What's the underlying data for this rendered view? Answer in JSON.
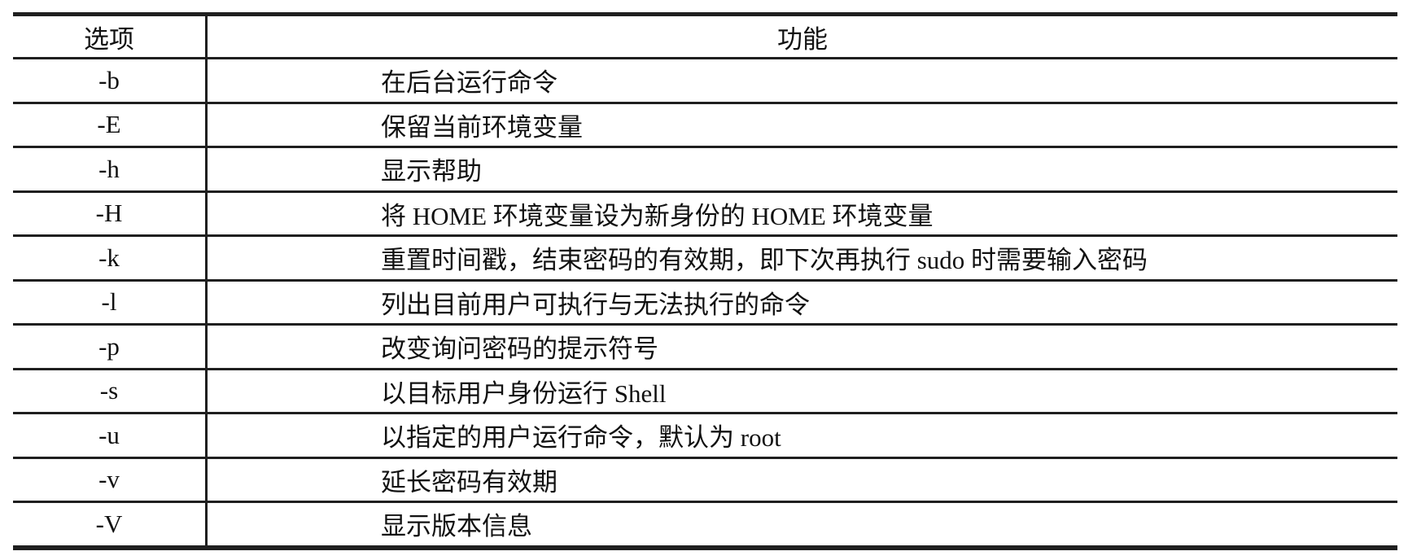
{
  "table": {
    "headers": {
      "option": "选项",
      "function": "功能"
    },
    "rows": [
      {
        "option": "-b",
        "description": "在后台运行命令"
      },
      {
        "option": "-E",
        "description": "保留当前环境变量"
      },
      {
        "option": "-h",
        "description": "显示帮助"
      },
      {
        "option": "-H",
        "description": "将 HOME 环境变量设为新身份的 HOME 环境变量"
      },
      {
        "option": "-k",
        "description": "重置时间戳，结束密码的有效期，即下次再执行 sudo 时需要输入密码"
      },
      {
        "option": "-l",
        "description": "列出目前用户可执行与无法执行的命令"
      },
      {
        "option": "-p",
        "description": "改变询问密码的提示符号"
      },
      {
        "option": "-s",
        "description": "以目标用户身份运行 Shell"
      },
      {
        "option": "-u",
        "description": "以指定的用户运行命令，默认为 root"
      },
      {
        "option": "-v",
        "description": "延长密码有效期"
      },
      {
        "option": "-V",
        "description": "显示版本信息"
      }
    ],
    "colors": {
      "line": "#1f1f1f",
      "text": "#111111",
      "background": "#ffffff"
    }
  }
}
